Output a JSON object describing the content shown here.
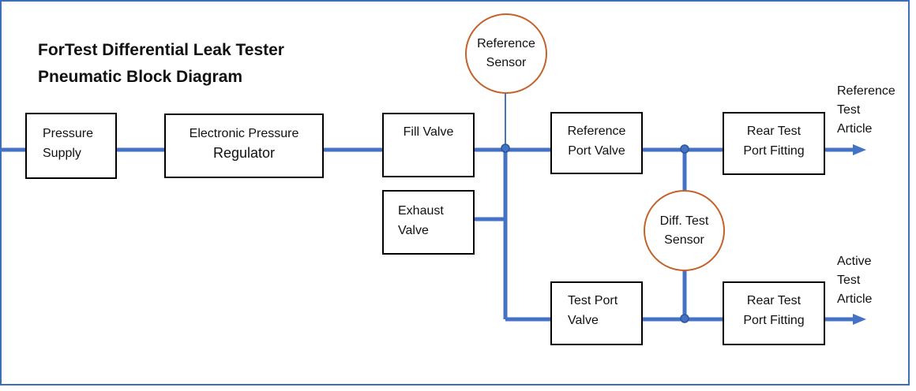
{
  "title": {
    "line1": "ForTest Differential Leak Tester",
    "line2": "Pneumatic Block Diagram"
  },
  "colors": {
    "pipe": "#4472c4",
    "frame": "#3d6fb6",
    "sensor_border": "#c3622a",
    "box_border": "#000000"
  },
  "blocks": {
    "pressure_supply": [
      "Pressure",
      "Supply"
    ],
    "regulator": [
      "Electronic Pressure",
      "Regulator"
    ],
    "fill_valve": [
      "Fill Valve"
    ],
    "exhaust_valve": [
      "Exhaust",
      "Valve"
    ],
    "reference_port_valve": [
      "Reference",
      "Port Valve"
    ],
    "test_port_valve": [
      "Test Port",
      "Valve"
    ],
    "rear_test_port_fitting_top": [
      "Rear Test",
      "Port Fitting"
    ],
    "rear_test_port_fitting_bottom": [
      "Rear Test",
      "Port Fitting"
    ]
  },
  "sensors": {
    "reference": [
      "Reference",
      "Sensor"
    ],
    "diff_test": [
      "Diff. Test",
      "Sensor"
    ]
  },
  "outputs": {
    "reference_article": [
      "Reference",
      "Test",
      "Article"
    ],
    "active_article": [
      "Active",
      "Test",
      "Article"
    ]
  }
}
